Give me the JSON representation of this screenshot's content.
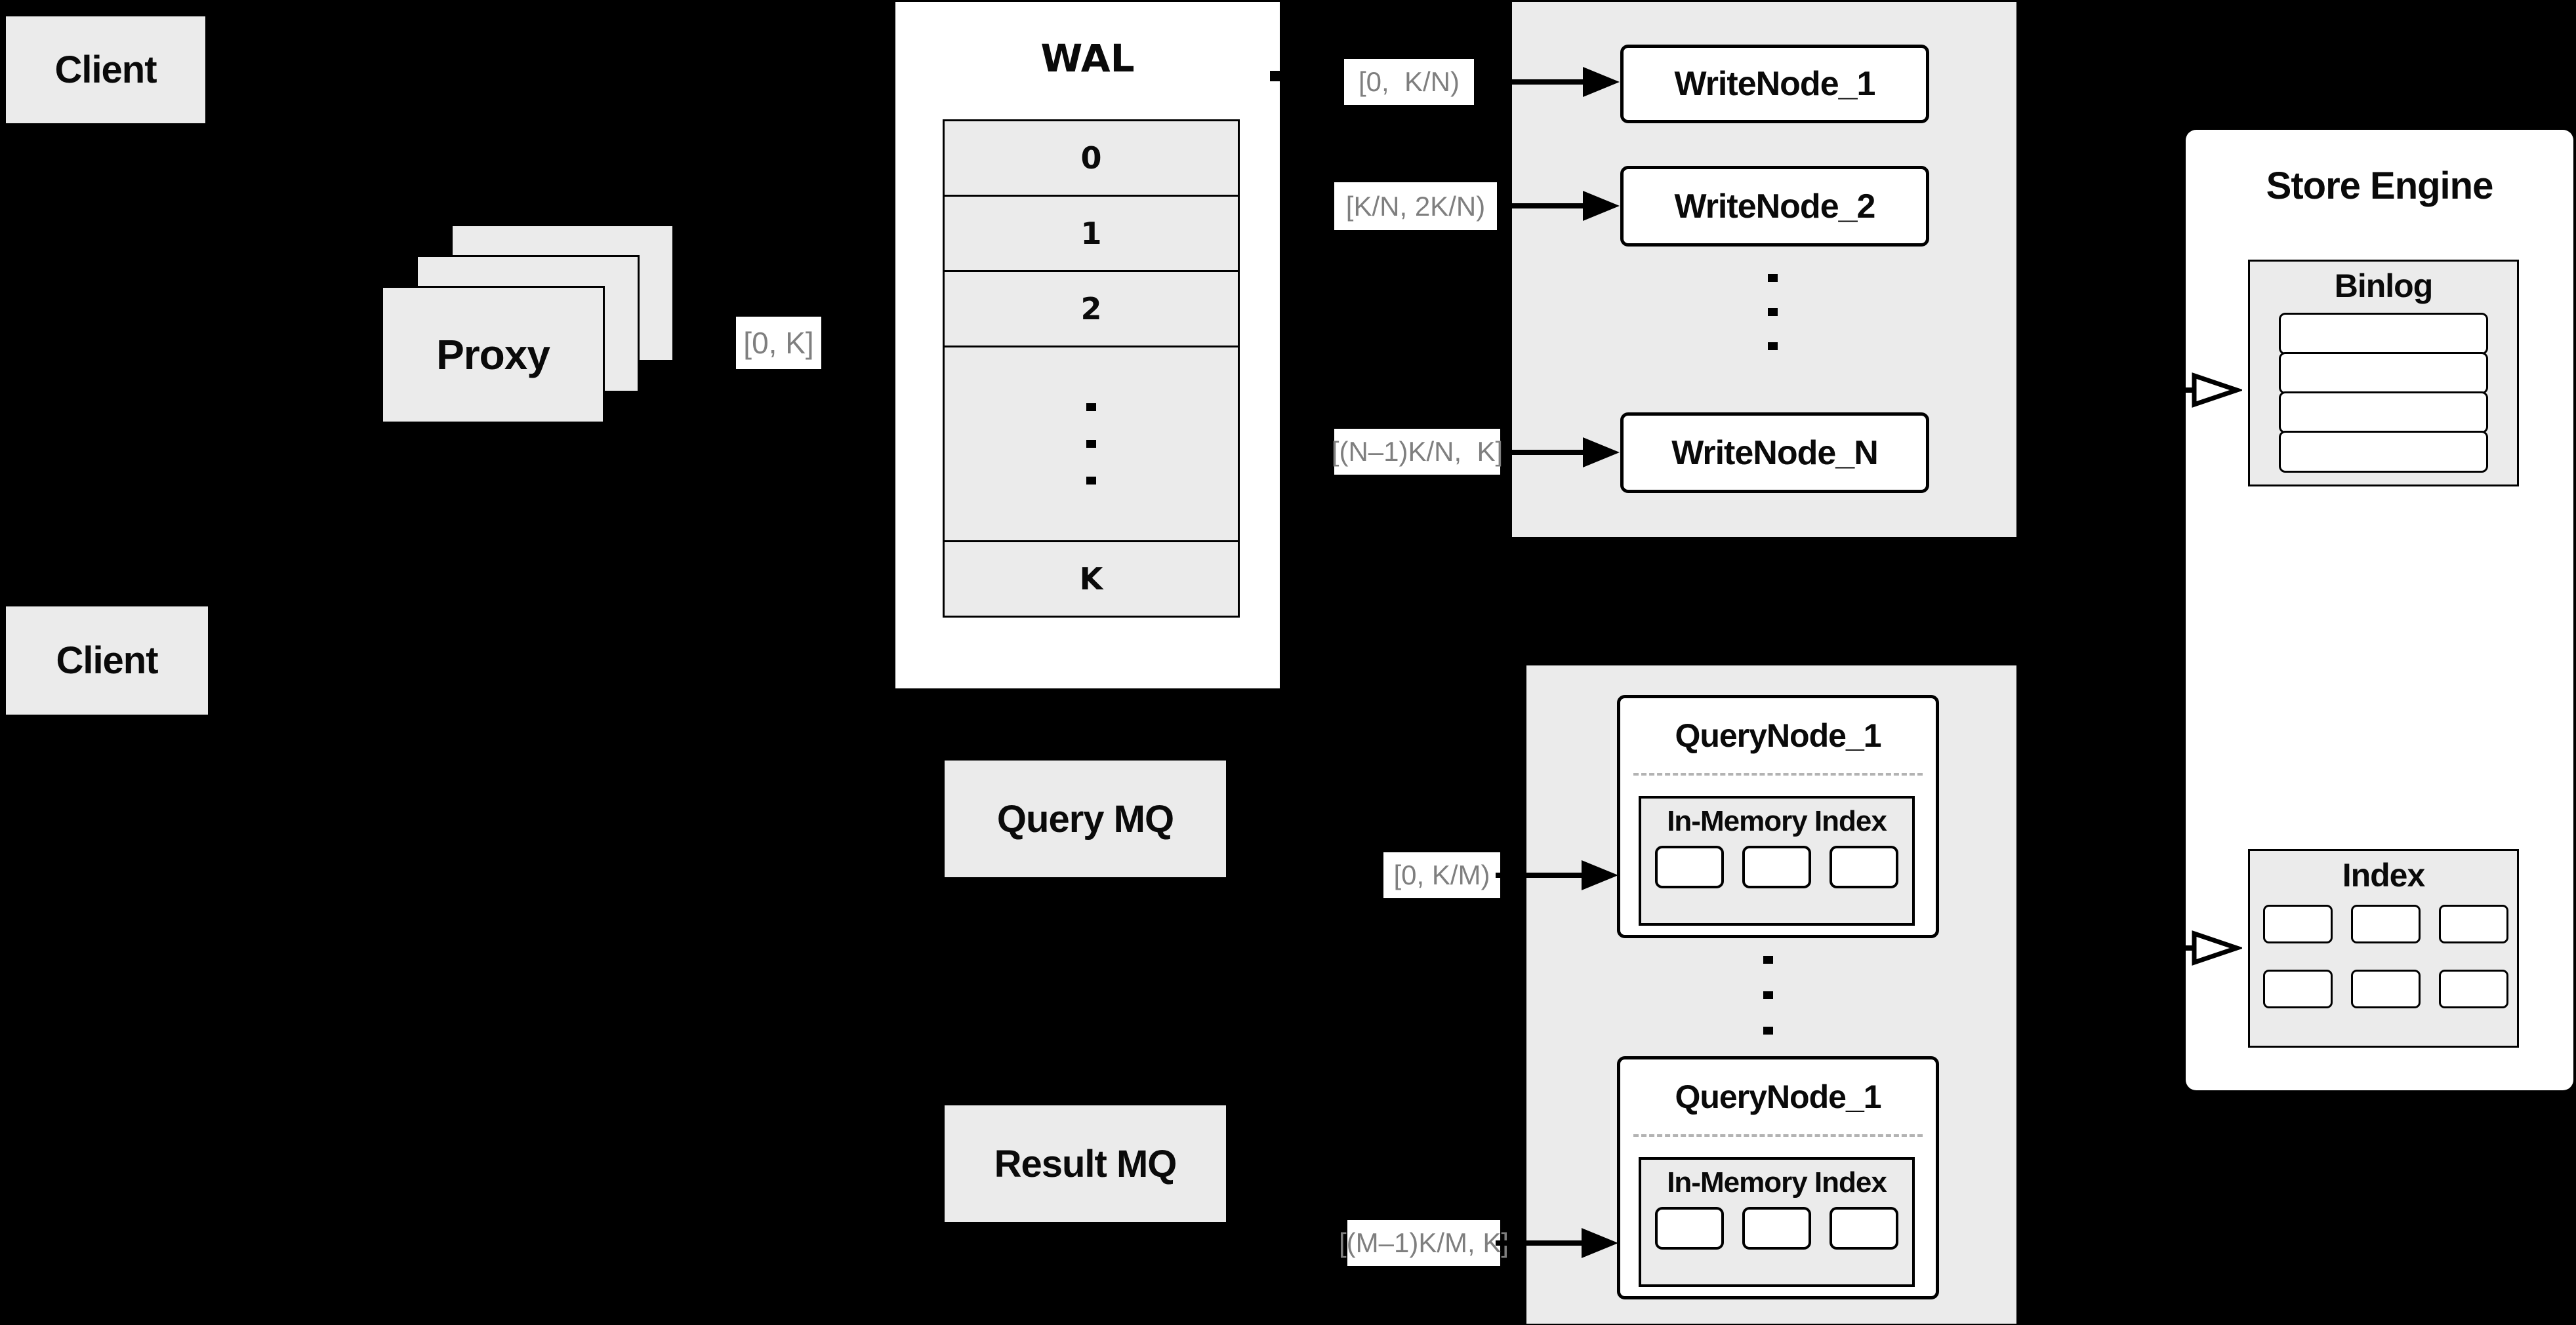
{
  "clients": {
    "top": "Client",
    "bottom": "Client"
  },
  "proxy": {
    "label": "Proxy",
    "range": "[0, K]"
  },
  "wal": {
    "title": "WAL",
    "rows": [
      "0",
      "1",
      "2"
    ],
    "last_row": "K"
  },
  "write_group": {
    "ranges": [
      "[0,  K/N)",
      "[K/N, 2K/N)",
      "[(N–1)K/N,  K]"
    ],
    "nodes": [
      "WriteNode_1",
      "WriteNode_2",
      "WriteNode_N"
    ]
  },
  "mq": {
    "query": "Query MQ",
    "result": "Result MQ"
  },
  "query_group": {
    "ranges": [
      "[0, K/M)",
      "[(M–1)K/M, K]"
    ],
    "nodes": [
      "QueryNode_1",
      "QueryNode_1"
    ],
    "in_memory": "In-Memory Index"
  },
  "store_engine": {
    "title": "Store Engine",
    "binlog": "Binlog",
    "index": "Index"
  },
  "colors": {
    "background": "#000000",
    "panel_gray": "#ebebeb",
    "box_white": "#ffffff",
    "border_black": "#000000",
    "range_text": "#7f7f7f",
    "dashed_divider": "#b3b3b3"
  }
}
